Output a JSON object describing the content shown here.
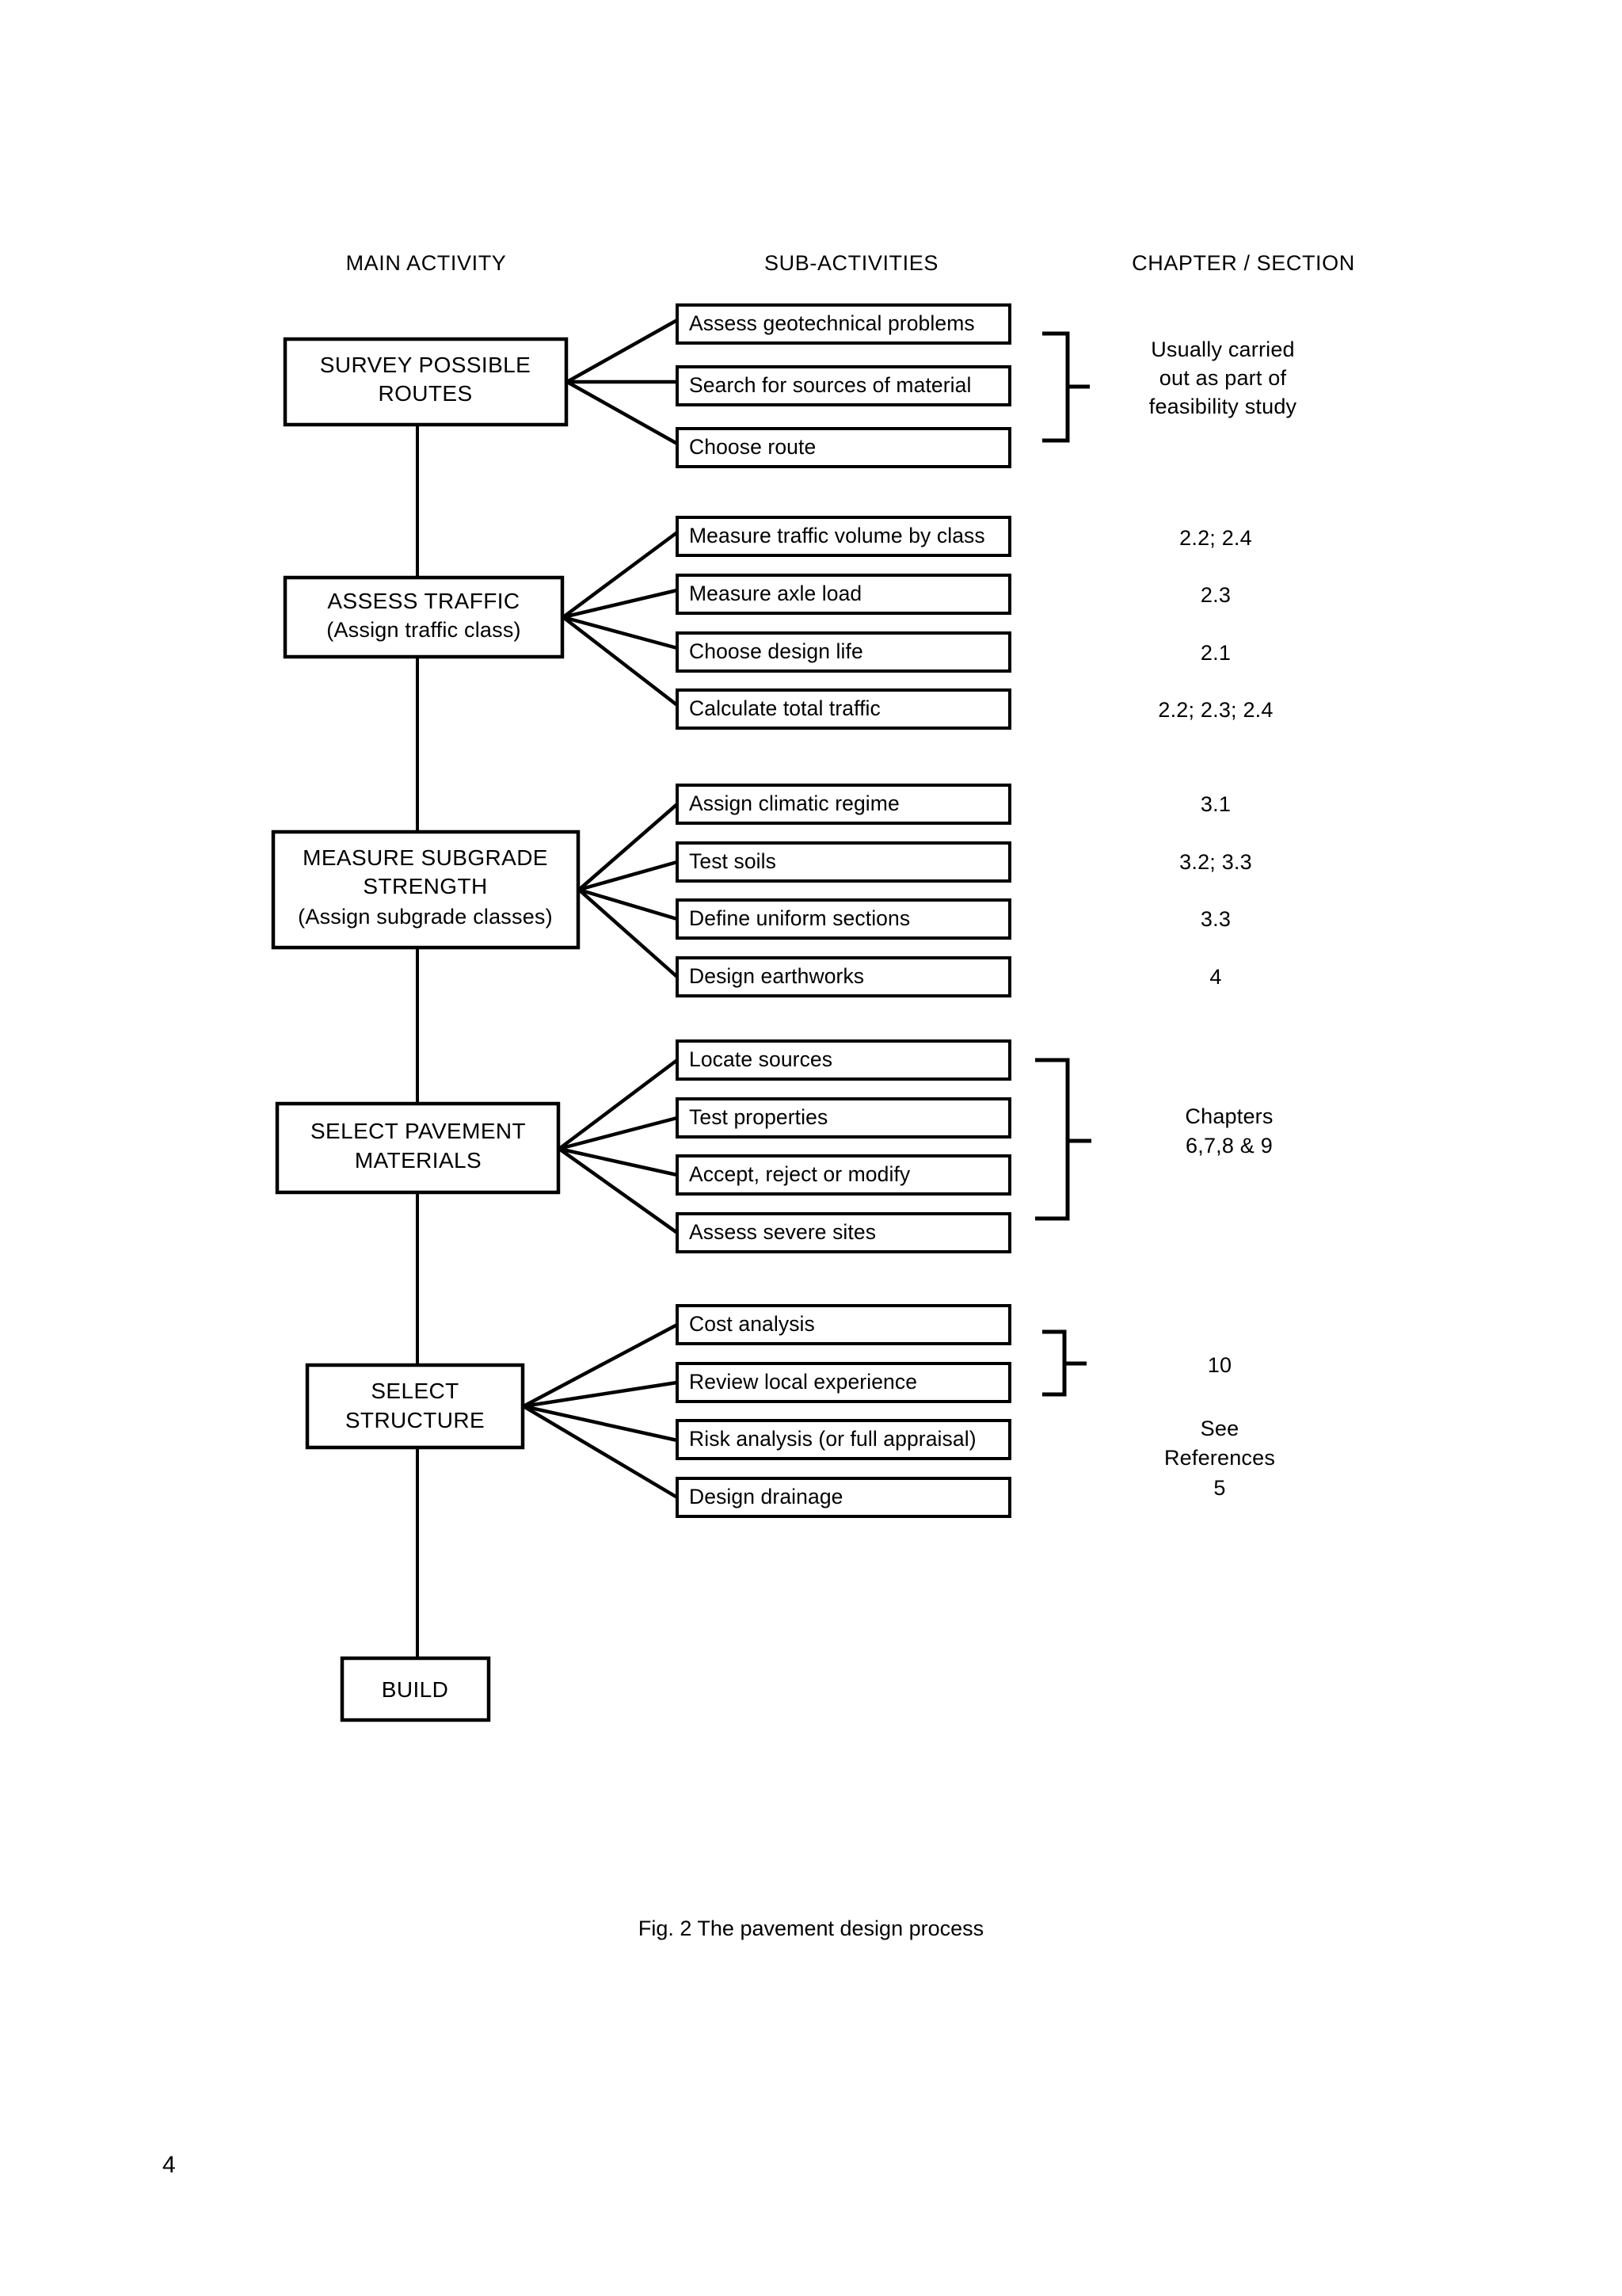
{
  "page": {
    "number": "4",
    "caption": "Fig. 2 The pavement design process"
  },
  "headers": {
    "main_activity": "MAIN ACTIVITY",
    "sub_activities": "SUB-ACTIVITIES",
    "chapter_section": "CHAPTER / SECTION"
  },
  "chart_data": {
    "type": "diagram",
    "title": "Fig. 2 The pavement design process",
    "columns": [
      "MAIN ACTIVITY",
      "SUB-ACTIVITIES",
      "CHAPTER / SECTION"
    ],
    "groups": [
      {
        "main": [
          "SURVEY POSSIBLE",
          "ROUTES"
        ],
        "sub_activities": [
          "Assess geotechnical problems",
          "Search for sources of material",
          "Choose route"
        ],
        "chapter_refs": [
          "Usually carried",
          "out as part of",
          "feasibility study"
        ],
        "bracket": true,
        "bracket_span": [
          0,
          2
        ]
      },
      {
        "main": [
          "ASSESS TRAFFIC",
          "(Assign traffic class)"
        ],
        "sub_activities": [
          "Measure traffic volume by class",
          "Measure axle load",
          "Choose design life",
          "Calculate total traffic"
        ],
        "chapter_refs_per_row": [
          "2.2; 2.4",
          "2.3",
          "2.1",
          "2.2; 2.3; 2.4"
        ],
        "bracket": false
      },
      {
        "main": [
          "MEASURE SUBGRADE",
          "STRENGTH",
          "(Assign subgrade classes)"
        ],
        "sub_activities": [
          "Assign climatic regime",
          "Test soils",
          "Define uniform sections",
          "Design earthworks"
        ],
        "chapter_refs_per_row": [
          "3.1",
          "3.2; 3.3",
          "3.3",
          "4"
        ],
        "bracket": false
      },
      {
        "main": [
          "SELECT PAVEMENT",
          "MATERIALS"
        ],
        "sub_activities": [
          "Locate sources",
          "Test properties",
          "Accept, reject or modify",
          "Assess severe sites"
        ],
        "chapter_refs": [
          "Chapters",
          "6,7,8 & 9"
        ],
        "bracket": true,
        "bracket_span": [
          0,
          3
        ]
      },
      {
        "main": [
          "SELECT",
          "STRUCTURE"
        ],
        "sub_activities": [
          "Cost analysis",
          "Review local experience",
          "Risk analysis (or full appraisal)",
          "Design drainage"
        ],
        "chapter_refs": [
          "10",
          "See",
          "References",
          "5"
        ],
        "bracket": true,
        "bracket_span": [
          0,
          1
        ]
      },
      {
        "main": [
          "BUILD"
        ],
        "sub_activities": [],
        "chapter_refs": [],
        "bracket": false
      }
    ]
  },
  "flow": {
    "group1": {
      "main_line1": "SURVEY POSSIBLE",
      "main_line2": "ROUTES",
      "sub1": "Assess geotechnical problems",
      "sub2": "Search for sources of material",
      "sub3": "Choose route",
      "chap_line1": "Usually carried",
      "chap_line2": "out as part of",
      "chap_line3": "feasibility study"
    },
    "group2": {
      "main_line1": "ASSESS TRAFFIC",
      "main_line2": "(Assign traffic class)",
      "sub1": "Measure traffic volume by class",
      "sub2": "Measure axle load",
      "sub3": "Choose design life",
      "sub4": "Calculate total traffic",
      "chap1": "2.2; 2.4",
      "chap2": "2.3",
      "chap3": "2.1",
      "chap4": "2.2; 2.3; 2.4"
    },
    "group3": {
      "main_line1": "MEASURE SUBGRADE",
      "main_line2": "STRENGTH",
      "main_line3": "(Assign subgrade classes)",
      "sub1": "Assign climatic regime",
      "sub2": "Test soils",
      "sub3": "Define uniform sections",
      "sub4": "Design earthworks",
      "chap1": "3.1",
      "chap2": "3.2; 3.3",
      "chap3": "3.3",
      "chap4": "4"
    },
    "group4": {
      "main_line1": "SELECT PAVEMENT",
      "main_line2": "MATERIALS",
      "sub1": "Locate sources",
      "sub2": "Test properties",
      "sub3": "Accept, reject or modify",
      "sub4": "Assess severe sites",
      "chap_line1": "Chapters",
      "chap_line2": "6,7,8 & 9"
    },
    "group5": {
      "main_line1": "SELECT",
      "main_line2": "STRUCTURE",
      "sub1": "Cost analysis",
      "sub2": "Review local experience",
      "sub3": "Risk analysis (or full appraisal)",
      "sub4": "Design drainage",
      "chap1": "10",
      "chap2": "See",
      "chap3": "References",
      "chap4": "5"
    },
    "group6": {
      "main_line1": "BUILD"
    }
  }
}
